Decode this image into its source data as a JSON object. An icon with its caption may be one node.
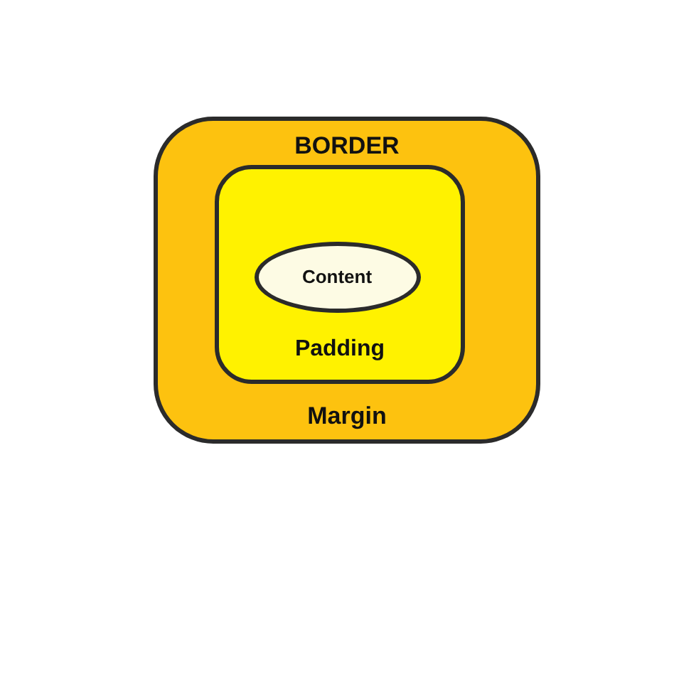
{
  "diagram": {
    "nodes": [
      {
        "text": [
          "BORDER",
          "Margin"
        ]
      },
      {
        "text": [
          "Padding"
        ],
        "in": 0
      },
      {
        "text": [
          "Content"
        ],
        "in": 1
      }
    ]
  }
}
